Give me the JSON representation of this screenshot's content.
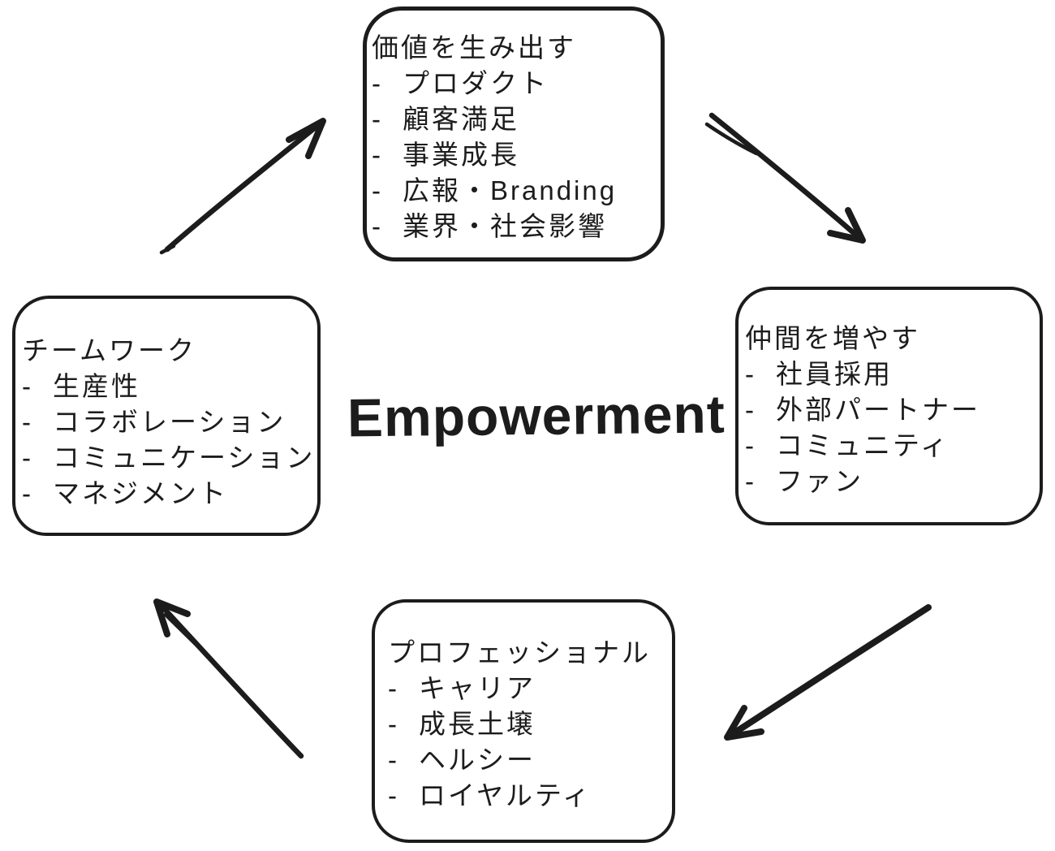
{
  "colors": {
    "ink": "#1c1c1c",
    "background": "#ffffff"
  },
  "bullet": "-",
  "center": {
    "title": "Empowerment"
  },
  "boxes": {
    "create_value": {
      "title": "価値を生み出す",
      "items": [
        "プロダクト",
        "顧客満足",
        "事業成長",
        "広報・Branding",
        "業界・社会影響"
      ]
    },
    "grow_allies": {
      "title": "仲間を増やす",
      "items": [
        "社員採用",
        "外部パートナー",
        "コミュニティ",
        "ファン"
      ]
    },
    "professional": {
      "title": "プロフェッショナル",
      "items": [
        "キャリア",
        "成長土壌",
        "ヘルシー",
        "ロイヤルティ"
      ]
    },
    "teamwork": {
      "title": "チームワーク",
      "items": [
        "生産性",
        "コラボレーション",
        "コミュニケーション",
        "マネジメント"
      ]
    }
  },
  "arrows": [
    {
      "name": "teamwork-to-create-value",
      "from": "teamwork",
      "to": "create_value",
      "direction": "up-right"
    },
    {
      "name": "create-value-to-grow-allies",
      "from": "create_value",
      "to": "grow_allies",
      "direction": "down-right"
    },
    {
      "name": "grow-allies-to-professional",
      "from": "grow_allies",
      "to": "professional",
      "direction": "down-left"
    },
    {
      "name": "professional-to-teamwork",
      "from": "professional",
      "to": "teamwork",
      "direction": "up-left"
    }
  ]
}
